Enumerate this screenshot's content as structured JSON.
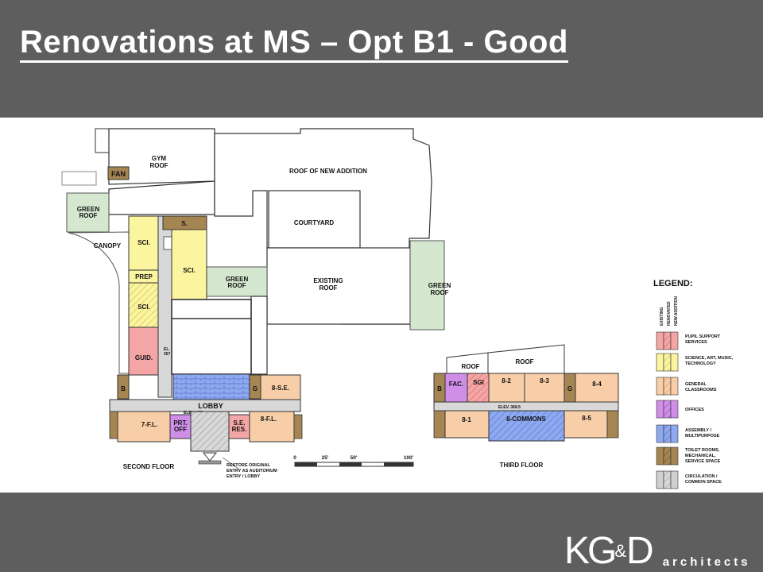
{
  "slide": {
    "title": "Renovations at MS  – Opt B1 - Good",
    "logo_main_1": "KG",
    "logo_amp": "&",
    "logo_main_2": "D",
    "logo_word": "architects"
  },
  "colors": {
    "pupil_support": "#f4a6a6",
    "science": "#fbf5a0",
    "general": "#f7cea8",
    "offices": "#cf8fe8",
    "assembly": "#8ea9ef",
    "toilet": "#a58552",
    "circulation": "#cfcfcf",
    "roof_green": "#d5e8cf"
  },
  "second_floor": {
    "label": "SECOND FLOOR",
    "fan": "FAN",
    "gym_roof_1": "GYM",
    "gym_roof_2": "ROOF",
    "green_roof_1": "GREEN",
    "green_roof_2": "ROOF",
    "canopy": "CANOPY",
    "roof_new_addition": "ROOF OF NEW ADDITION",
    "courtyard": "COURTYARD",
    "existing_roof_1": "EXISTING",
    "existing_roof_2": "ROOF",
    "green_roof_mid_1": "GREEN",
    "green_roof_mid_2": "ROOF",
    "green_roof_right_1": "GREEN",
    "green_roof_right_2": "ROOF",
    "sci_1": "SCI.",
    "sci_2": "SCI.",
    "sci_3": "SCI.",
    "s_room": "S.",
    "prep": "PREP",
    "guid": "GUID.",
    "el_1": "EL.",
    "el_2": "367",
    "b": "B",
    "g": "G",
    "se_room": "8-S.E.",
    "lobby": "LOBBY",
    "elev": "ELEV. 355",
    "fl7": "7-F.L.",
    "prt_1": "PRT.",
    "prt_2": "OFF",
    "se_res_1": "S.E.",
    "se_res_2": "RES.",
    "fl8": "8-F.L.",
    "note_1": "RESTORE ORIGINAL",
    "note_2": "ENTRY AS AUDITORIUM",
    "note_3": "ENTRY / LOBBY",
    "scale_0": "0",
    "scale_25": "25'",
    "scale_50": "50'",
    "scale_100": "100'"
  },
  "third_floor": {
    "label": "THIRD FLOOR",
    "roof_1": "ROOF",
    "roof_2": "ROOF",
    "b": "B",
    "fac": "FAC.",
    "sgi": "SGI",
    "r82": "8-2",
    "r83": "8-3",
    "g": "G",
    "r84": "8-4",
    "elev": "ELEV. 368.5",
    "r81": "8-1",
    "commons": "8-COMMONS",
    "r85": "8-5"
  },
  "legend": {
    "title": "LEGEND:",
    "col_1": "EXISTING",
    "col_2": "RENOVATED",
    "col_3": "NEW ADDITION",
    "items": [
      {
        "line1": "PUPIL SUPPORT",
        "line2": "SERVICES",
        "line3": ""
      },
      {
        "line1": "SCIENCE, ART, MUSIC,",
        "line2": "TECHNOLOGY",
        "line3": ""
      },
      {
        "line1": "GENERAL",
        "line2": "CLASSROOMS",
        "line3": ""
      },
      {
        "line1": "OFFICES",
        "line2": "",
        "line3": ""
      },
      {
        "line1": "ASSEMBLY /",
        "line2": "MULTIPURPOSE",
        "line3": ""
      },
      {
        "line1": "TOILET ROOMS,",
        "line2": "MECHANICAL,",
        "line3": "SERVICE SPACE"
      },
      {
        "line1": "CIRCULATION /",
        "line2": "COMMON SPACE",
        "line3": ""
      }
    ]
  }
}
